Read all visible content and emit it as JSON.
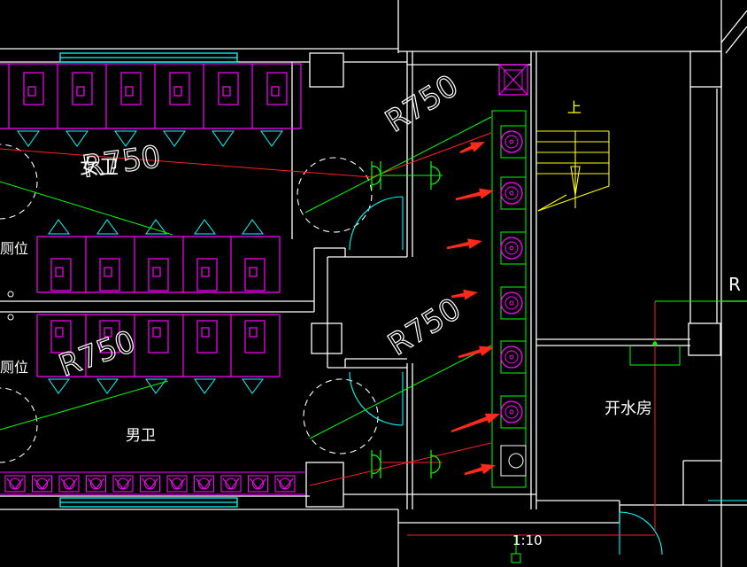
{
  "drawing": {
    "labels": {
      "female_toilet": "女卫",
      "male_toilet": "男卫",
      "toilet_stall_upper": "厕位",
      "toilet_stall_lower": "厕位",
      "water_room": "开水房",
      "stair_up": "上",
      "slope": "1:10",
      "right_edge": "R",
      "radius_upper_left": "R750",
      "radius_lower_left": "R750",
      "radius_upper_right": "R750",
      "radius_lower_right": "R750"
    },
    "colors": {
      "wall": "#ffffff",
      "fixture": "#ff00ff",
      "pipe_red": "#ff2020",
      "pipe_green": "#00ff00",
      "door": "#00ffff",
      "stair": "#ffff00",
      "arrow": "#ff2a1a"
    },
    "counts": {
      "upper_stalls": 6,
      "middle_stalls": 5,
      "lower_stalls": 5,
      "urinals": 6,
      "bottom_sinks": 11,
      "annotation_arrows": 7
    }
  }
}
